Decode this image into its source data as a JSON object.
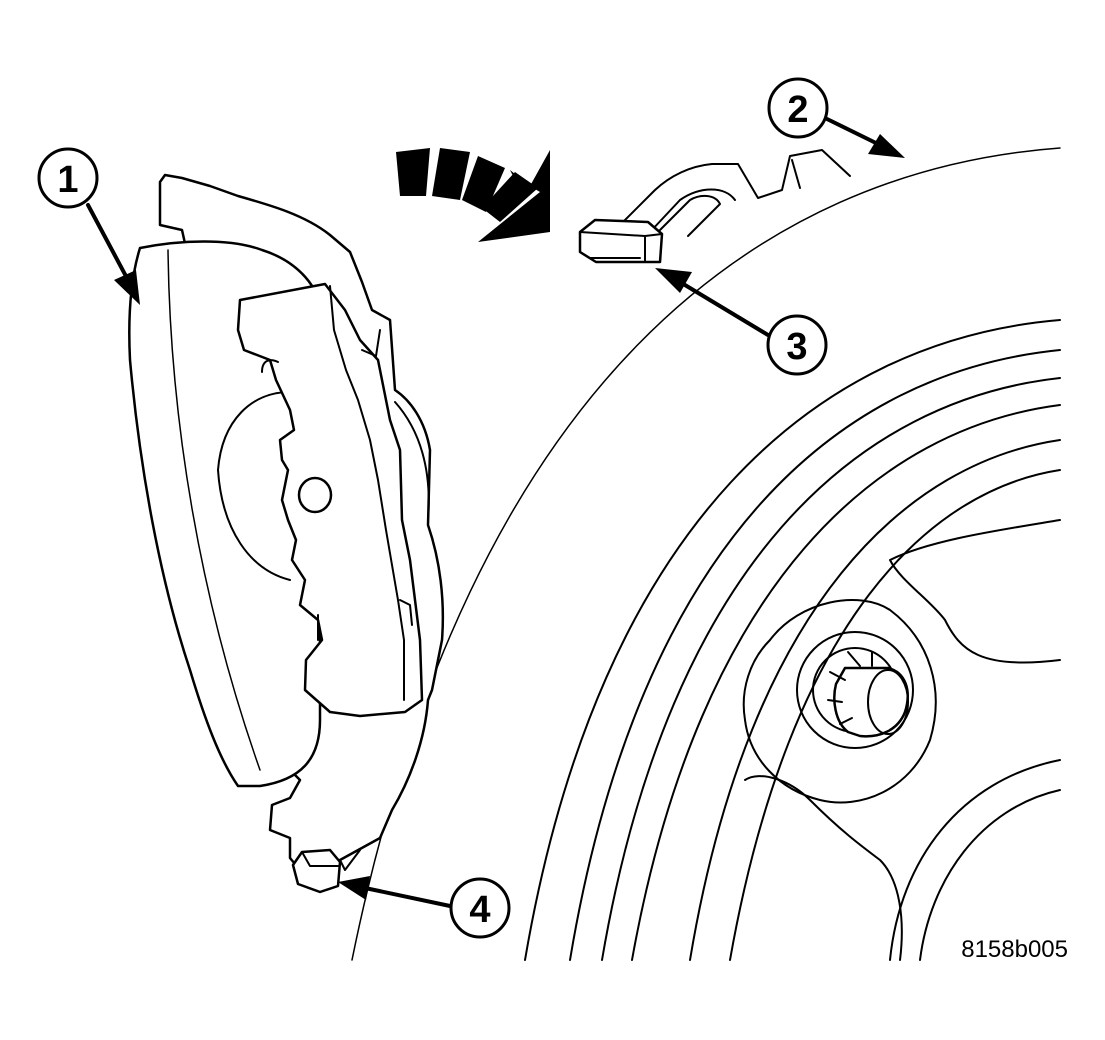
{
  "callouts": [
    {
      "id": "1",
      "label": "1"
    },
    {
      "id": "2",
      "label": "2"
    },
    {
      "id": "3",
      "label": "3"
    },
    {
      "id": "4",
      "label": "4"
    }
  ],
  "figure_id": "8158b005",
  "colors": {
    "ink": "#000000",
    "paper": "#ffffff"
  }
}
